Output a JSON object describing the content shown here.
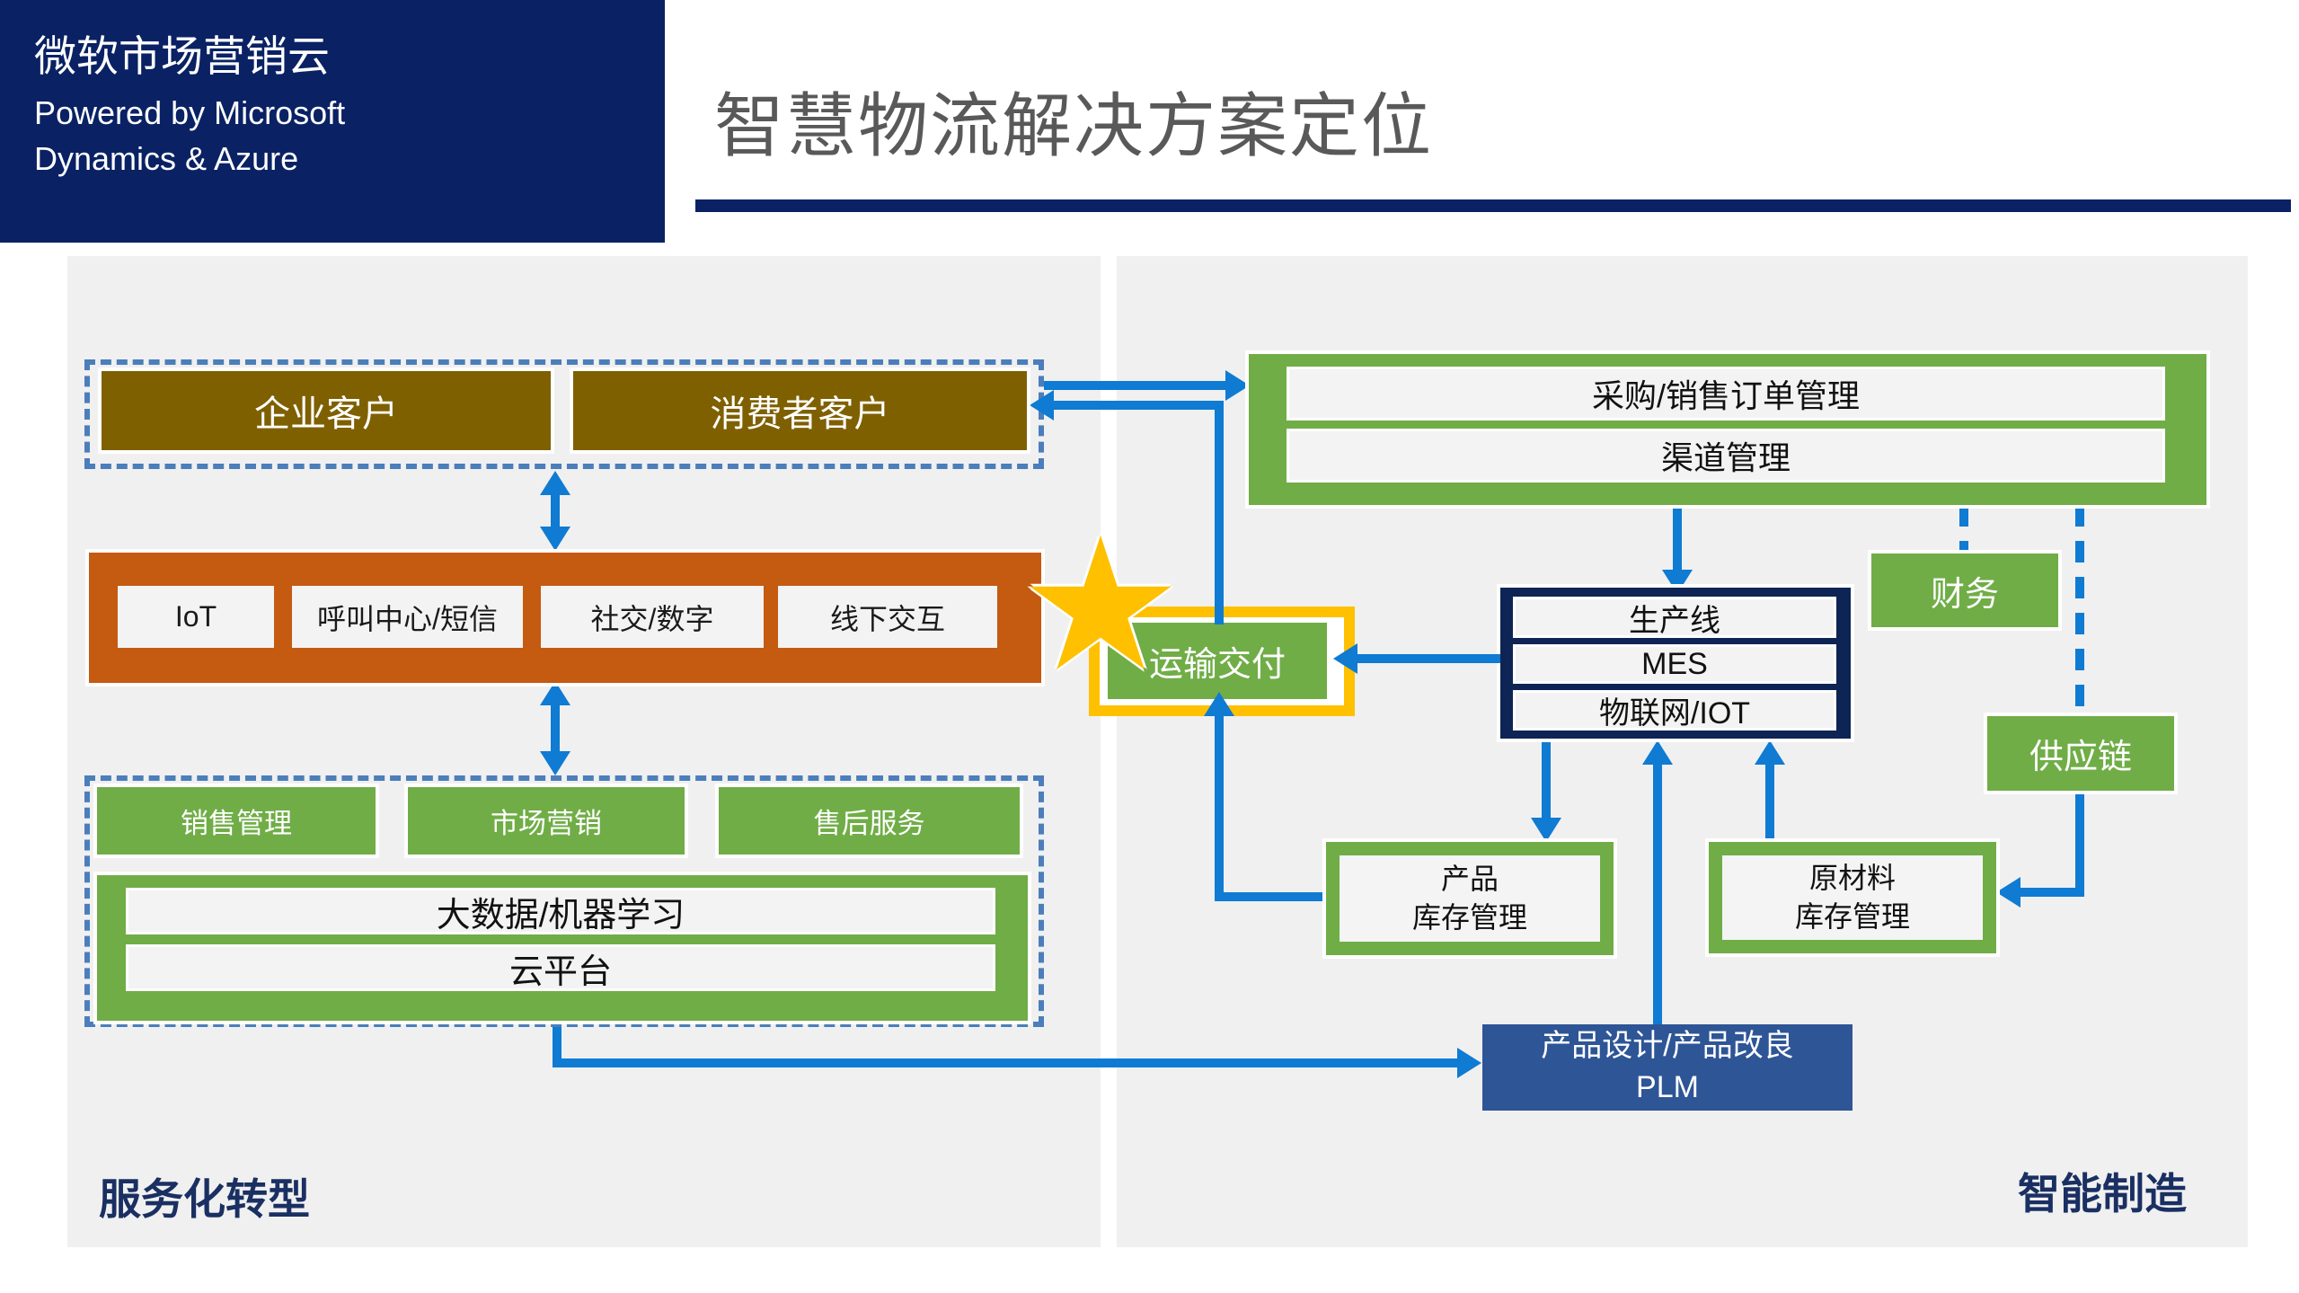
{
  "slide": {
    "brand": {
      "title": "微软市场营销云",
      "subtitle_line1": "Powered by Microsoft",
      "subtitle_line2": "Dynamics & Azure"
    },
    "title": "智慧物流解决方案定位",
    "left_panel": {
      "label": "服务化转型",
      "customer_group": {
        "enterprise": "企业客户",
        "consumer": "消费者客户"
      },
      "channel_bar": {
        "items": [
          "IoT",
          "呼叫中心/短信",
          "社交/数字",
          "线下交互"
        ]
      },
      "crm_group": {
        "items": [
          "销售管理",
          "市场营销",
          "售后服务"
        ],
        "platform_rows": [
          "大数据/机器学习",
          "云平台"
        ]
      }
    },
    "right_panel": {
      "label": "智能制造",
      "order_box_rows": [
        "采购/销售订单管理",
        "渠道管理"
      ],
      "production_box_rows": [
        "生产线",
        "MES",
        "物联网/IOT"
      ],
      "finance_label": "财务",
      "supply_chain_label": "供应链",
      "transport_label": "运输交付",
      "product_inventory_lines": [
        "产品",
        "库存管理"
      ],
      "raw_material_inventory_lines": [
        "原材料",
        "库存管理"
      ],
      "plm_lines": [
        "产品设计/产品改良",
        "PLM"
      ]
    },
    "icons": {
      "star": "★"
    },
    "colors": {
      "brand_navy": "#0A2264",
      "title_gray": "#595959",
      "panel_gray": "#F0F0F0",
      "olive": "#7F6000",
      "orange": "#C55A11",
      "green": "#70AD47",
      "arrow_blue": "#0F7BD3",
      "dashed_steel": "#4B7EBB",
      "gold": "#FFC000",
      "deep_navy": "#0E2455",
      "plm_blue": "#2E5596",
      "footer_navy": "#1A2F62"
    }
  }
}
